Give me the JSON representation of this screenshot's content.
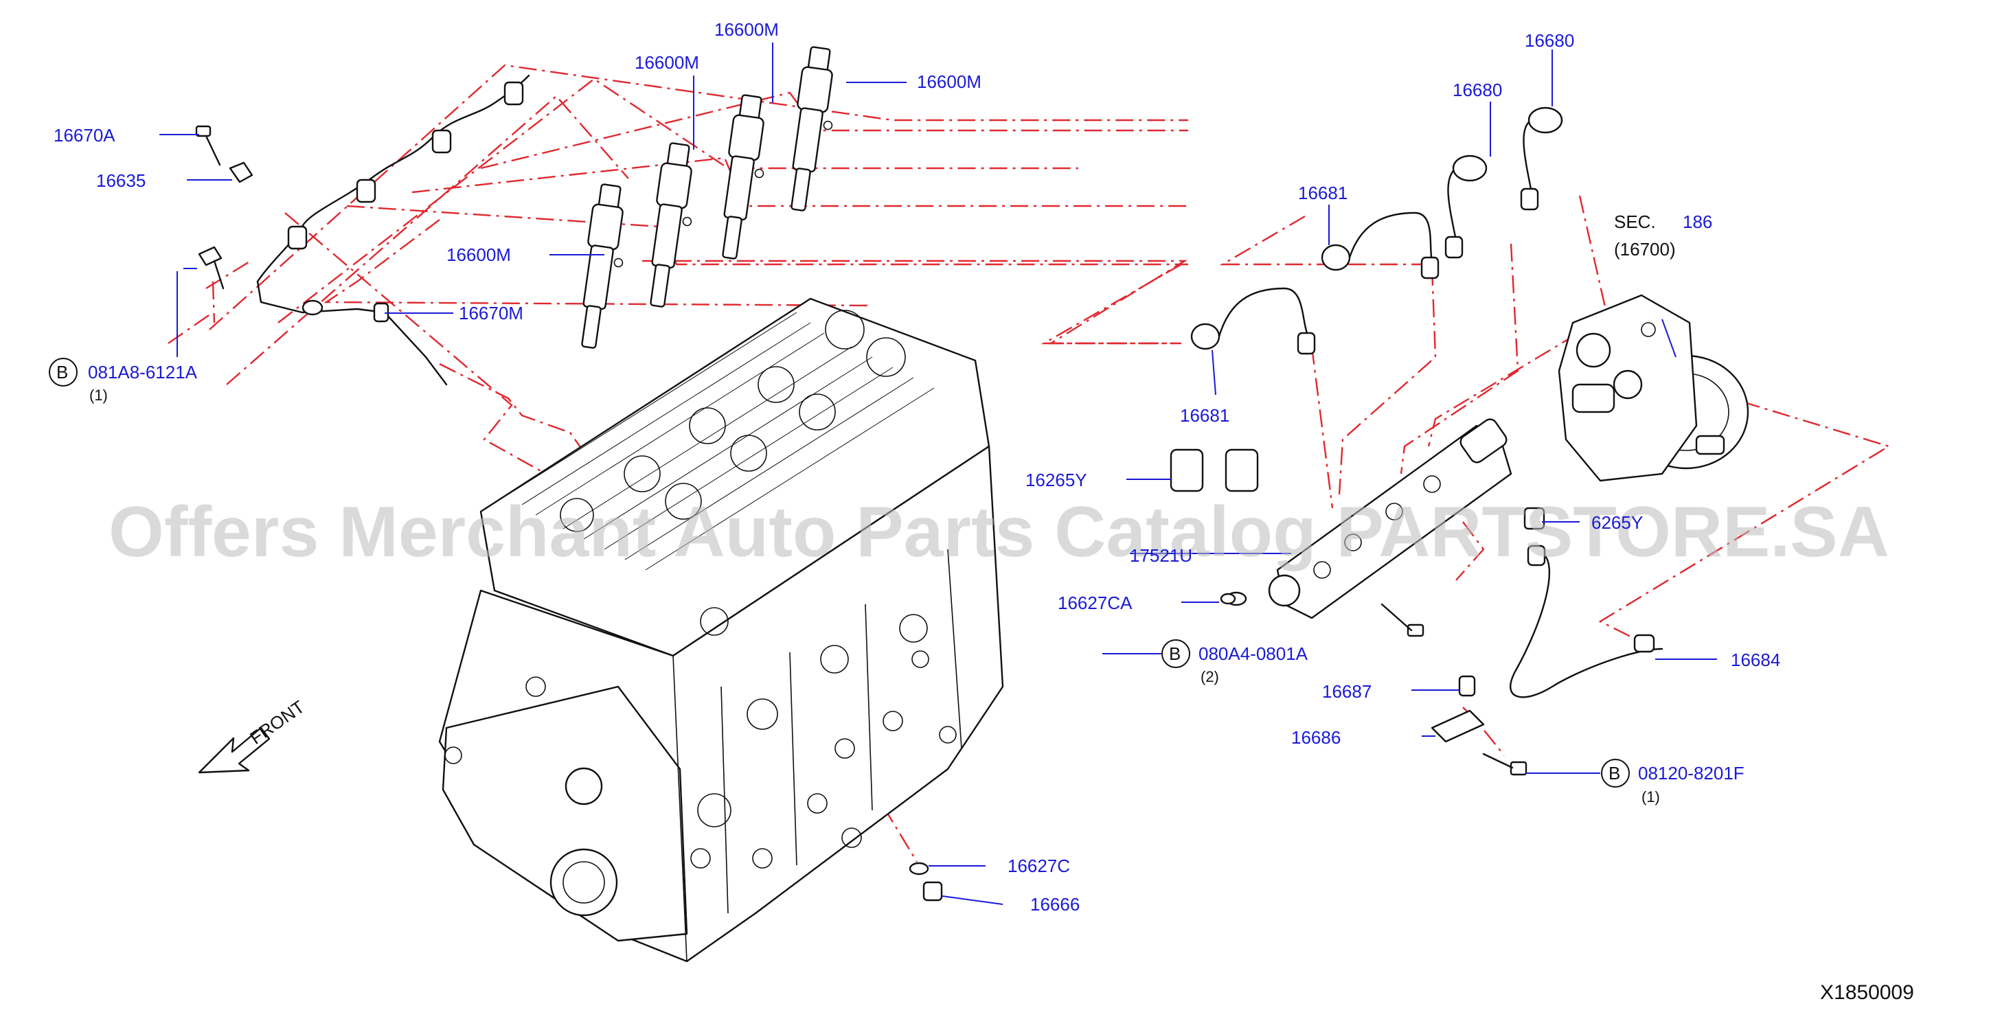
{
  "watermark": "Offers Merchant Auto Parts Catalog PARTSTORE.SA",
  "diagram_code": "X1850009",
  "front_label": "FRONT",
  "labels": {
    "p16600M_top": "16600M",
    "p16600M_second": "16600M",
    "p16600M_right": "16600M",
    "p16600M_left": "16600M",
    "p16670A": "16670A",
    "p16635": "16635",
    "p16670M": "16670M",
    "p16680_top": "16680",
    "p16680_mid": "16680",
    "p16681_top": "16681",
    "p16681_bottom": "16681",
    "p16265Y_left": "16265Y",
    "p16265Y_right": "6265Y",
    "p17521U": "17521U",
    "p16627CA": "16627CA",
    "p16684": "16684",
    "p16687": "16687",
    "p16686": "16686",
    "p16627C": "16627C",
    "p16666": "16666",
    "sec_prefix": "SEC.",
    "sec_number": "186",
    "sec_part": "(16700)"
  },
  "bolts": {
    "b1_code": "081A8-6121A",
    "b1_qty": "(1)",
    "b2_code": "080A4-0801A",
    "b2_qty": "(2)",
    "b3_code": "08120-8201F",
    "b3_qty": "(1)",
    "badge": "B"
  }
}
